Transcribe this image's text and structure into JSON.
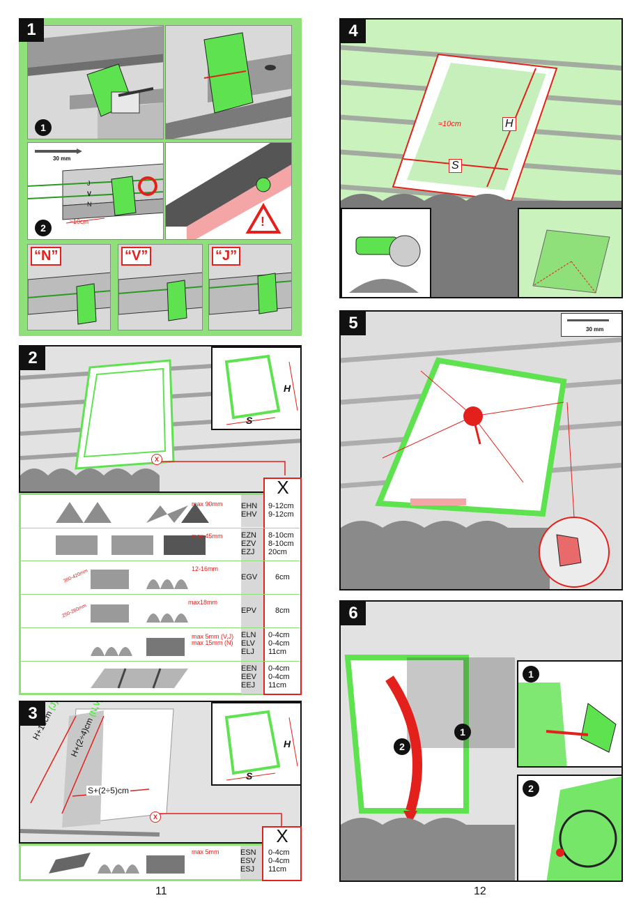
{
  "colors": {
    "accent_green": "#8fe07a",
    "alert_red": "#e3201b",
    "frame_green": "#5ee24f",
    "roof_grey": "#b9b9b9"
  },
  "steps": {
    "s1": "1",
    "s2": "2",
    "s3": "3",
    "s4": "4",
    "s5": "5",
    "s6": "6"
  },
  "step1": {
    "n1": "1",
    "n2": "2",
    "screw": "30 mm",
    "spacing": "≈10cm",
    "letters": [
      "J",
      "V",
      "N"
    ],
    "variants": [
      "“N”",
      "“V”",
      "“J”"
    ],
    "warning": "!"
  },
  "step2": {
    "S": "S",
    "H": "H",
    "x_marker": "X",
    "x_header": "X",
    "rows": [
      {
        "note": "max 90mm",
        "codes": "EHN\nEHV",
        "values": "9-12cm\n9-12cm"
      },
      {
        "note": "max 45mm",
        "codes": "EZN\nEZV\nEZJ",
        "values": "8-10cm\n8-10cm\n20cm"
      },
      {
        "note": "12-16mm",
        "side": "380-420mm",
        "codes": "EGV",
        "values": "6cm"
      },
      {
        "note": "max18mm",
        "side": "250-280mm",
        "codes": "EPV",
        "values": "8cm"
      },
      {
        "note": "max 5mm (V,J)\nmax 15mm (N)",
        "codes": "ELN\nELV\nELJ",
        "values": "0-4cm\n0-4cm\n11cm"
      },
      {
        "note": "",
        "codes": "EEN\nEEV\nEEJ",
        "values": "0-4cm\n0-4cm\n11cm"
      }
    ]
  },
  "step3": {
    "h13": "H+13cm",
    "j": "(J)",
    "h24": "H+(2÷4)cm",
    "nv": "(N,V)",
    "s25": "S+(2÷5)cm",
    "S": "S",
    "H": "H",
    "x_marker": "X",
    "x_header": "X",
    "row": {
      "note": "max 5mm",
      "codes": "ESN\nESV\nESJ",
      "values": "0-4cm\n0-4cm\n11cm"
    }
  },
  "step4": {
    "gap": "≈10cm",
    "H": "H",
    "S": "S"
  },
  "step5": {
    "screw": "30 mm"
  },
  "step6": {
    "n1": "1",
    "n2": "2",
    "d1": "1",
    "d2": "2"
  },
  "pages": {
    "left": "11",
    "right": "12"
  }
}
